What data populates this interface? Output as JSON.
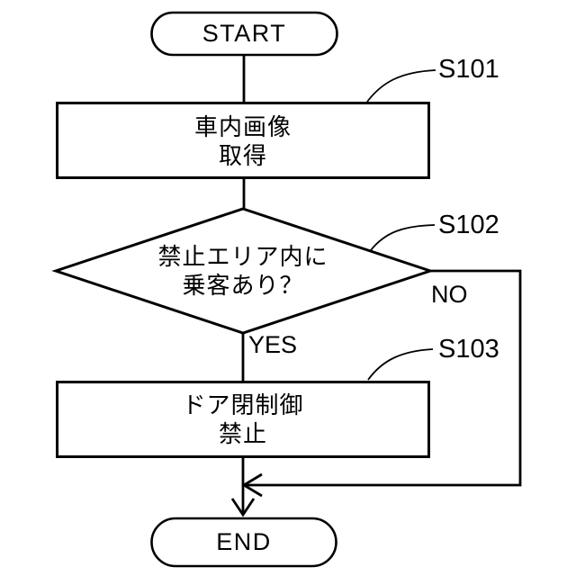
{
  "figure": {
    "kind": "flowchart",
    "background_color": "#ffffff",
    "line_color": "#000000"
  },
  "nodes": {
    "start": {
      "shape": "terminator",
      "label": "START"
    },
    "step1": {
      "shape": "process",
      "id": "S101",
      "line1": "車内画像",
      "line2": "取得"
    },
    "step2": {
      "shape": "decision",
      "id": "S102",
      "line1": "禁止エリア内に",
      "line2": "乗客あり？"
    },
    "step3": {
      "shape": "process",
      "id": "S103",
      "line1": "ドア閉制御",
      "line2": "禁止"
    },
    "end": {
      "shape": "terminator",
      "label": "END"
    }
  },
  "branch_labels": {
    "yes": "YES",
    "no": "NO"
  }
}
